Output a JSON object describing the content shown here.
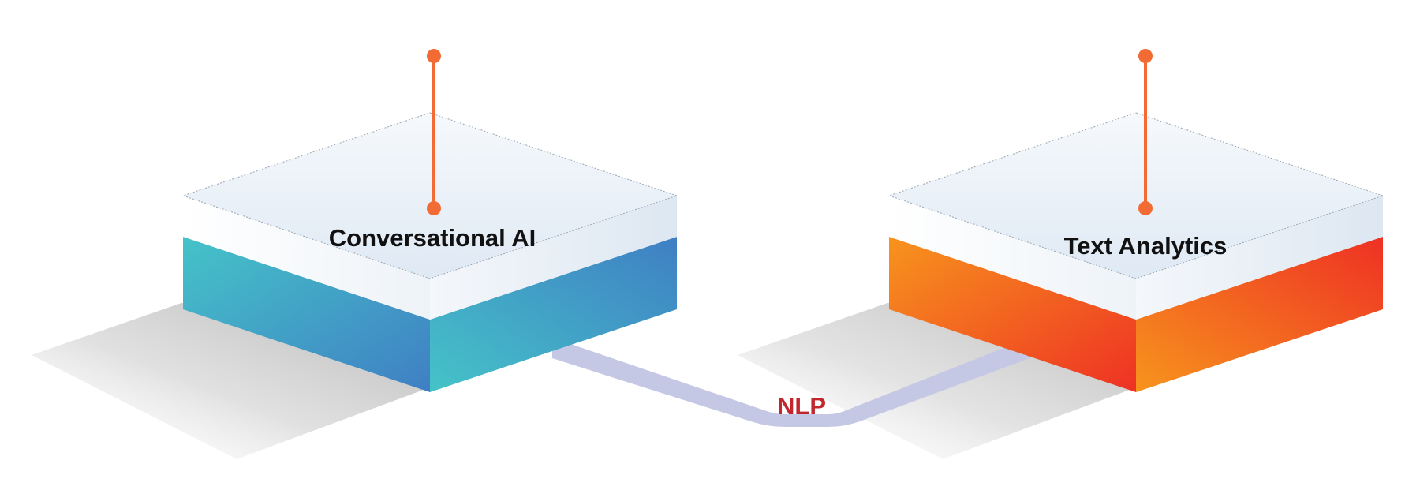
{
  "diagram": {
    "left_block": {
      "label": "Conversational AI",
      "gradient_colors": [
        "#45c3c8",
        "#3f7fc4"
      ]
    },
    "right_block": {
      "label": "Text Analytics",
      "gradient_colors": [
        "#f7941d",
        "#ee3124"
      ]
    },
    "connector": {
      "label": "NLP",
      "color": "#c5c8e4",
      "label_color": "#c1272d"
    },
    "pin_color": "#f26b35",
    "top_face_color": "#e8f0f8",
    "rim_color": "#ffffff",
    "shadow_color": "#bdbdbd"
  }
}
